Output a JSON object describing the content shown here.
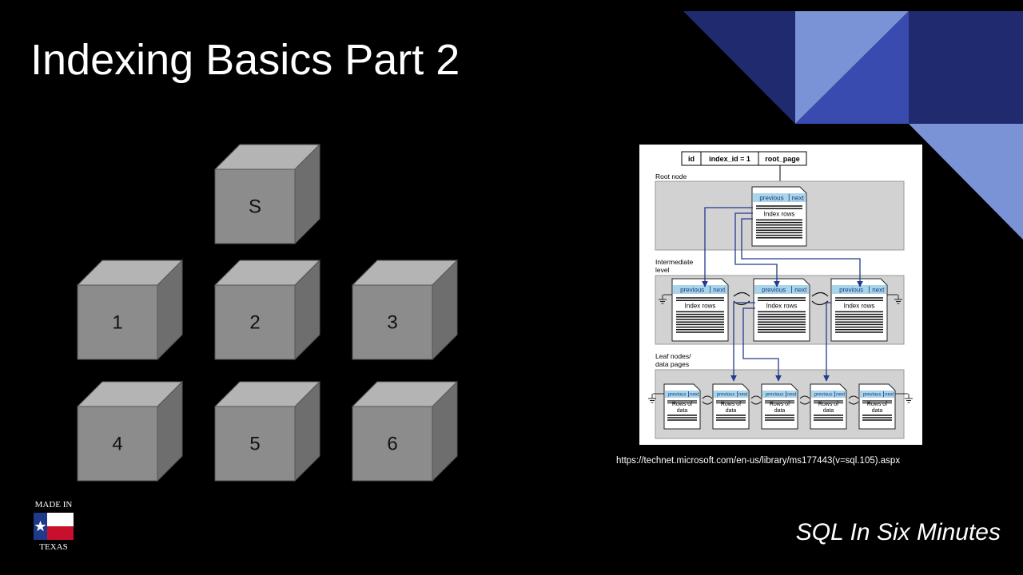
{
  "slide": {
    "title": "Indexing Basics Part 2",
    "brand": "SQL In Six Minutes",
    "badge": {
      "line1": "MADE IN",
      "line2": "TEXAS"
    },
    "source_url": "https://technet.microsoft.com/en-us/library/ms177443(v=sql.105).aspx"
  },
  "cubes": [
    {
      "label": "S"
    },
    {
      "label": "1"
    },
    {
      "label": "2"
    },
    {
      "label": "3"
    },
    {
      "label": "4"
    },
    {
      "label": "5"
    },
    {
      "label": "6"
    }
  ],
  "figure": {
    "header": {
      "col1": "id",
      "col2": "index_id = 1",
      "col3": "root_page"
    },
    "levels": {
      "root": "Root node",
      "intermediate_1": "Intermediate",
      "intermediate_2": "level",
      "leaf_1": "Leaf nodes/",
      "leaf_2": "data pages"
    },
    "page_header": {
      "previous": "previous",
      "next": "next"
    },
    "index_rows": "Index rows",
    "rows_of_data_1": "Rows of",
    "rows_of_data_2": "data"
  },
  "colors": {
    "accent_dark": "#1f2b6e",
    "accent_mid": "#3a4bb0",
    "accent_light": "#7a92d6",
    "page_header_fill": "#a9d4ea",
    "arrow": "#233a8f",
    "cube_front": "#8c8c8c"
  }
}
